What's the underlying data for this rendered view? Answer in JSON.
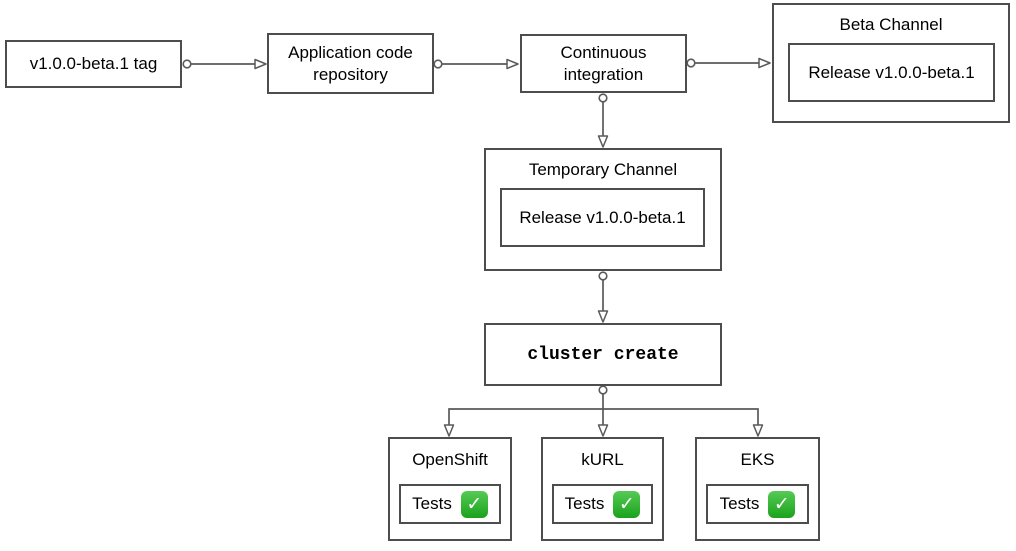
{
  "nodes": {
    "tag": {
      "label": "v1.0.0-beta.1 tag"
    },
    "repo": {
      "label": "Application code repository"
    },
    "ci": {
      "label": "Continuous integration"
    },
    "beta_channel": {
      "title": "Beta Channel",
      "release_label": "Release v1.0.0-beta.1"
    },
    "temp_channel": {
      "title": "Temporary Channel",
      "release_label": "Release v1.0.0-beta.1"
    },
    "cluster_create": {
      "label": "cluster create"
    },
    "clusters": [
      {
        "title": "OpenShift",
        "tests_label": "Tests",
        "status_icon": "check-mark-green"
      },
      {
        "title": "kURL",
        "tests_label": "Tests",
        "status_icon": "check-mark-green"
      },
      {
        "title": "EKS",
        "tests_label": "Tests",
        "status_icon": "check-mark-green"
      }
    ]
  },
  "colors": {
    "box_border": "#4d4d4d",
    "connector": "#5a5a5a",
    "text": "#000000",
    "check_green_top": "#55cb55",
    "check_green_bottom": "#1ba21b",
    "check_mark": "#ffffff"
  }
}
